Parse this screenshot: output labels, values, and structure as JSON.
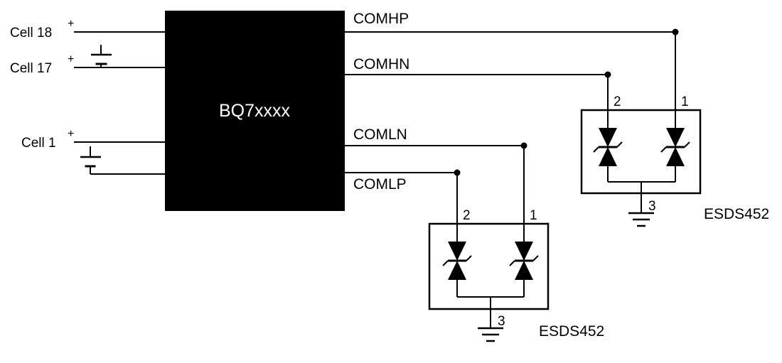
{
  "diagram": {
    "chip_label": "BQ7xxxx",
    "cells": [
      {
        "label": "Cell 18",
        "polarity": "+"
      },
      {
        "label": "Cell 17",
        "polarity": "+"
      },
      {
        "label": "Cell 1",
        "polarity": "+"
      }
    ],
    "signals": [
      {
        "label": "COMHP"
      },
      {
        "label": "COMHN"
      },
      {
        "label": "COMLN"
      },
      {
        "label": "COMLP"
      }
    ],
    "esd_devices": [
      {
        "name": "ESDS452",
        "pin1": "1",
        "pin2": "2",
        "pin3": "3"
      },
      {
        "name": "ESDS452",
        "pin1": "1",
        "pin2": "2",
        "pin3": "3"
      }
    ],
    "colors": {
      "line": "#000000",
      "chip_fill": "#000000",
      "chip_text": "#ffffff",
      "background": "#ffffff"
    }
  }
}
